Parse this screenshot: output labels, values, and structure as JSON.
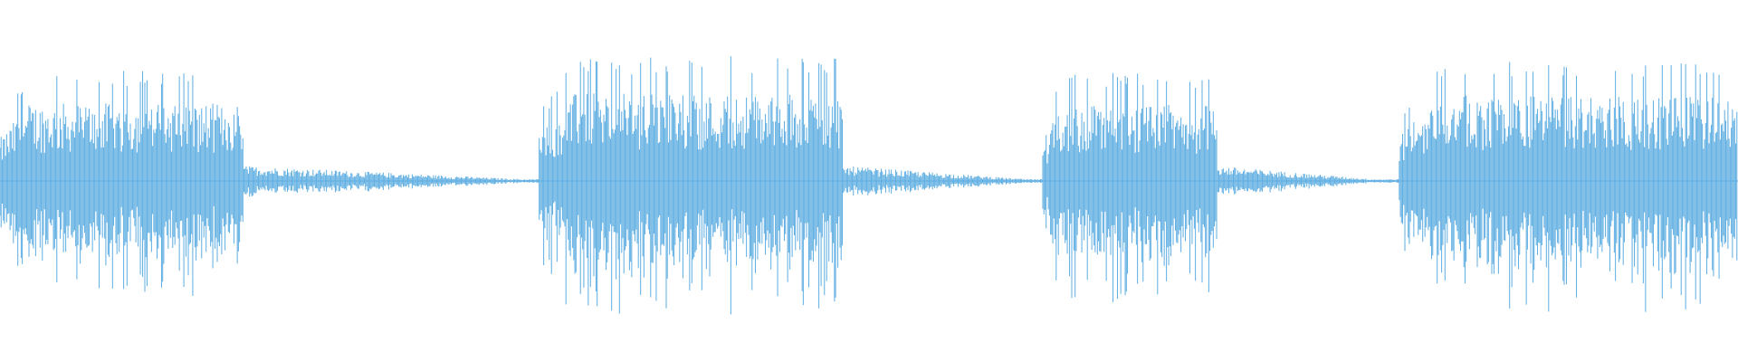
{
  "waveform": {
    "color": "#5dade2",
    "background": "#ffffff",
    "sample_count": 1560,
    "bursts": [
      {
        "start": 0.0,
        "end": 0.14,
        "level": 0.82,
        "tail_end": 0.3
      },
      {
        "start": 0.31,
        "end": 0.485,
        "level": 0.92,
        "tail_end": 0.59
      },
      {
        "start": 0.6,
        "end": 0.7,
        "level": 0.8,
        "tail_end": 0.79
      },
      {
        "start": 0.805,
        "end": 1.0,
        "level": 0.9,
        "tail_end": 1.0
      }
    ],
    "silence_level": 0.02
  }
}
